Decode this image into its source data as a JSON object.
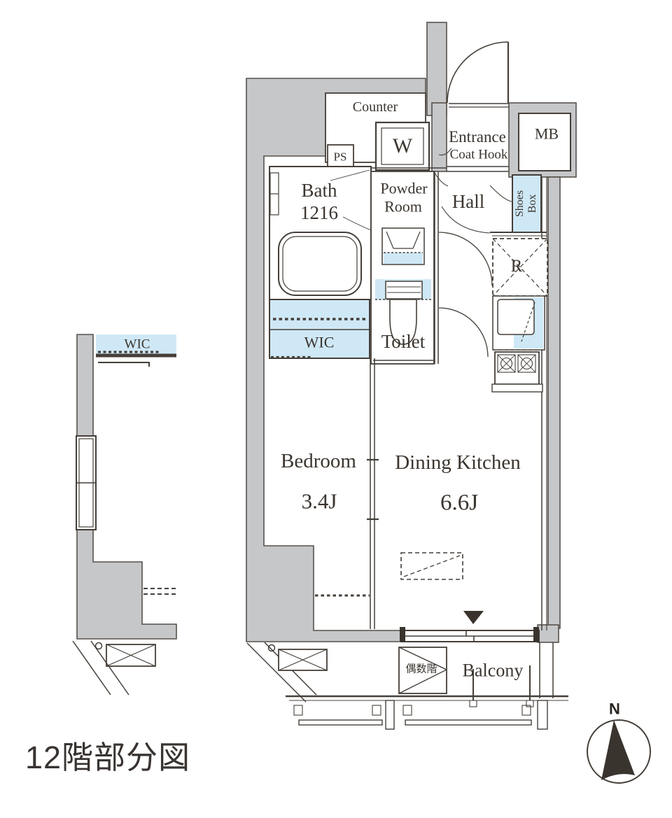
{
  "plan": {
    "caption": "12階部分図",
    "compass_north": "N",
    "colors": {
      "wall_fill": "#c6c7c9",
      "line": "#453f39",
      "highlight_fill": "#cfe8f6"
    },
    "labels": {
      "counter": "Counter",
      "ps": "PS",
      "washer": "W",
      "entrance": "Entrance",
      "coat_hook": "Coat Hook",
      "meter_box": "MB",
      "hall": "Hall",
      "shoes_line1": "Shoes",
      "shoes_line2": "Box",
      "bath": "Bath",
      "bath_size": "1216",
      "powder_line1": "Powder",
      "powder_line2": "Room",
      "toilet": "Toilet",
      "wic": "WIC",
      "bedroom": "Bedroom",
      "bedroom_size": "3.4J",
      "dining_kitchen": "Dining Kitchen",
      "dining_kitchen_size": "6.6J",
      "refrigerator": "R",
      "balcony": "Balcony",
      "evacuation_hatch": "偶数階",
      "left_wic": "WIC"
    }
  }
}
